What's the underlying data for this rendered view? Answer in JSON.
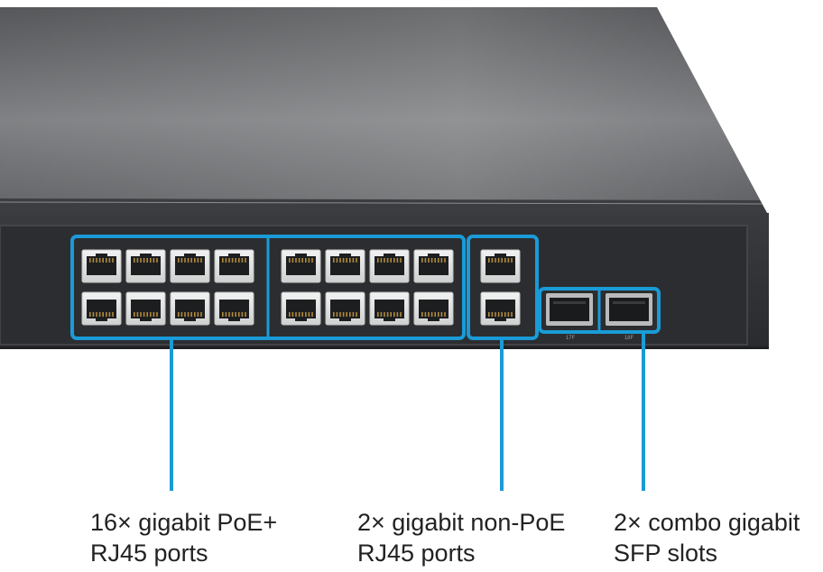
{
  "callouts": {
    "poe_ports": {
      "line1": "16× gigabit PoE+",
      "line2": "RJ45 ports"
    },
    "nonpoe_ports": {
      "line1": "2× gigabit non-PoE",
      "line2": "RJ45 ports"
    },
    "sfp_slots": {
      "line1": "2× combo gigabit",
      "line2": "SFP slots"
    }
  },
  "labels": {
    "sfp_a": "17F",
    "sfp_b": "18F"
  },
  "colors": {
    "accent": "#1a9bd7",
    "chassis_top": "#5c5d60",
    "chassis_front": "#2f3033",
    "port_white": "#e9eaea",
    "background": "#ffffff"
  }
}
